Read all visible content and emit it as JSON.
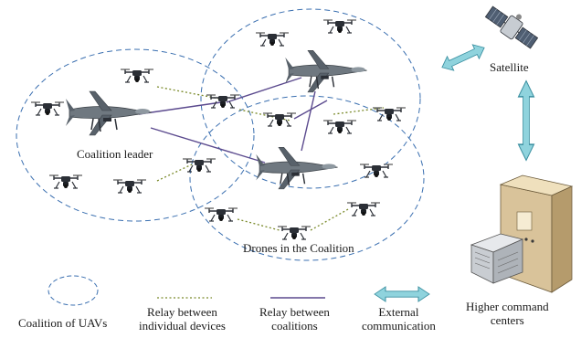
{
  "labels": {
    "coalition_leader": "Coalition leader",
    "drones_in_coalition": "Drones in the Coalition",
    "satellite": "Satellite",
    "higher_command_line1": "Higher command",
    "higher_command_line2": "centers"
  },
  "legend": {
    "coalition": "Coalition of UAVs",
    "relay_devices_line1": "Relay between",
    "relay_devices_line2": "individual devices",
    "relay_coalitions_line1": "Relay between",
    "relay_coalitions_line2": "coalitions",
    "external_line1": "External",
    "external_line2": "communication"
  },
  "colors": {
    "coalition_ellipse": "#3a6fb0",
    "relay_devices_line": "#7a8a2a",
    "relay_coalitions_line": "#5b4a8e",
    "external_arrow_fill": "#8fd3dd",
    "external_arrow_stroke": "#3a8fa0",
    "drone_body": "#2b2f36",
    "uav_body": "#6f7880"
  },
  "icons": {
    "small_drone": "quadcopter-drone-icon",
    "leader_drone": "fixed-wing-uav-icon",
    "satellite": "satellite-icon",
    "command_center": "server-building-icon"
  }
}
